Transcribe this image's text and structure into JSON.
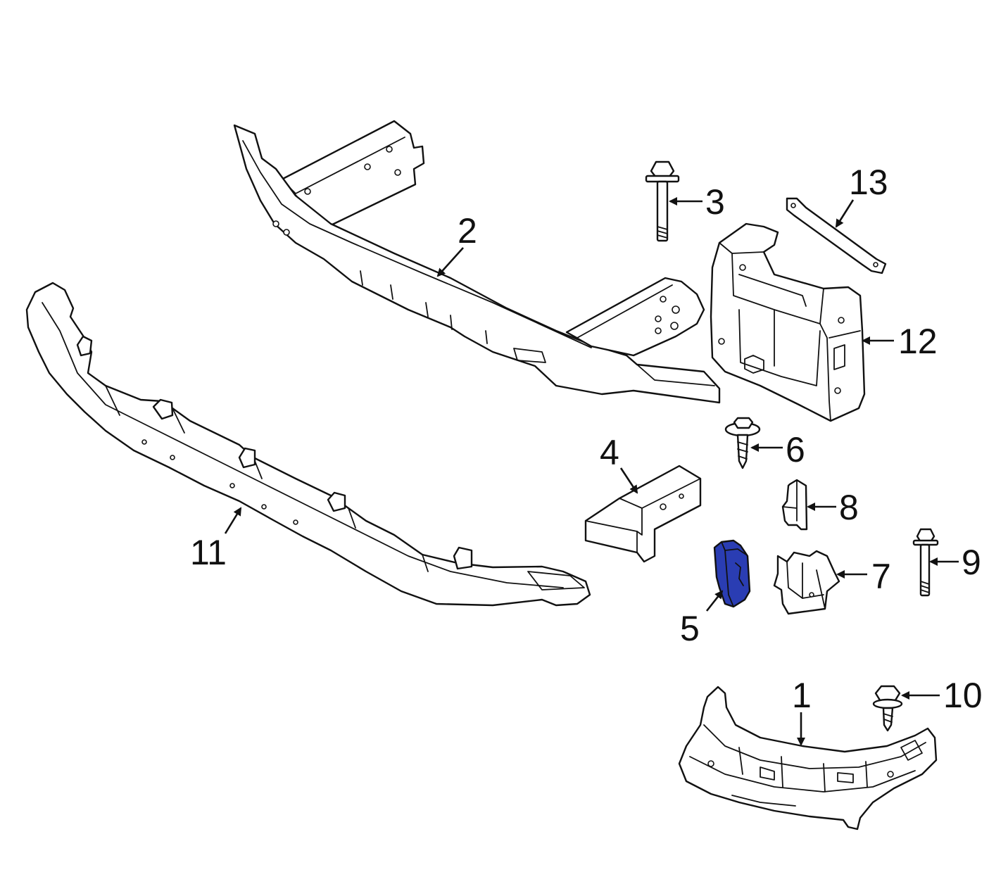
{
  "diagram": {
    "highlight_color": "#2a3db3",
    "line_color": "#111111",
    "background": "#ffffff",
    "highlighted_part": "5",
    "callouts": [
      {
        "id": "c1",
        "label": "1"
      },
      {
        "id": "c2",
        "label": "2"
      },
      {
        "id": "c3",
        "label": "3"
      },
      {
        "id": "c4",
        "label": "4"
      },
      {
        "id": "c5",
        "label": "5"
      },
      {
        "id": "c6",
        "label": "6"
      },
      {
        "id": "c7",
        "label": "7"
      },
      {
        "id": "c8",
        "label": "8"
      },
      {
        "id": "c9",
        "label": "9"
      },
      {
        "id": "c10",
        "label": "10"
      },
      {
        "id": "c11",
        "label": "11"
      },
      {
        "id": "c12",
        "label": "12"
      },
      {
        "id": "c13",
        "label": "13"
      }
    ]
  }
}
